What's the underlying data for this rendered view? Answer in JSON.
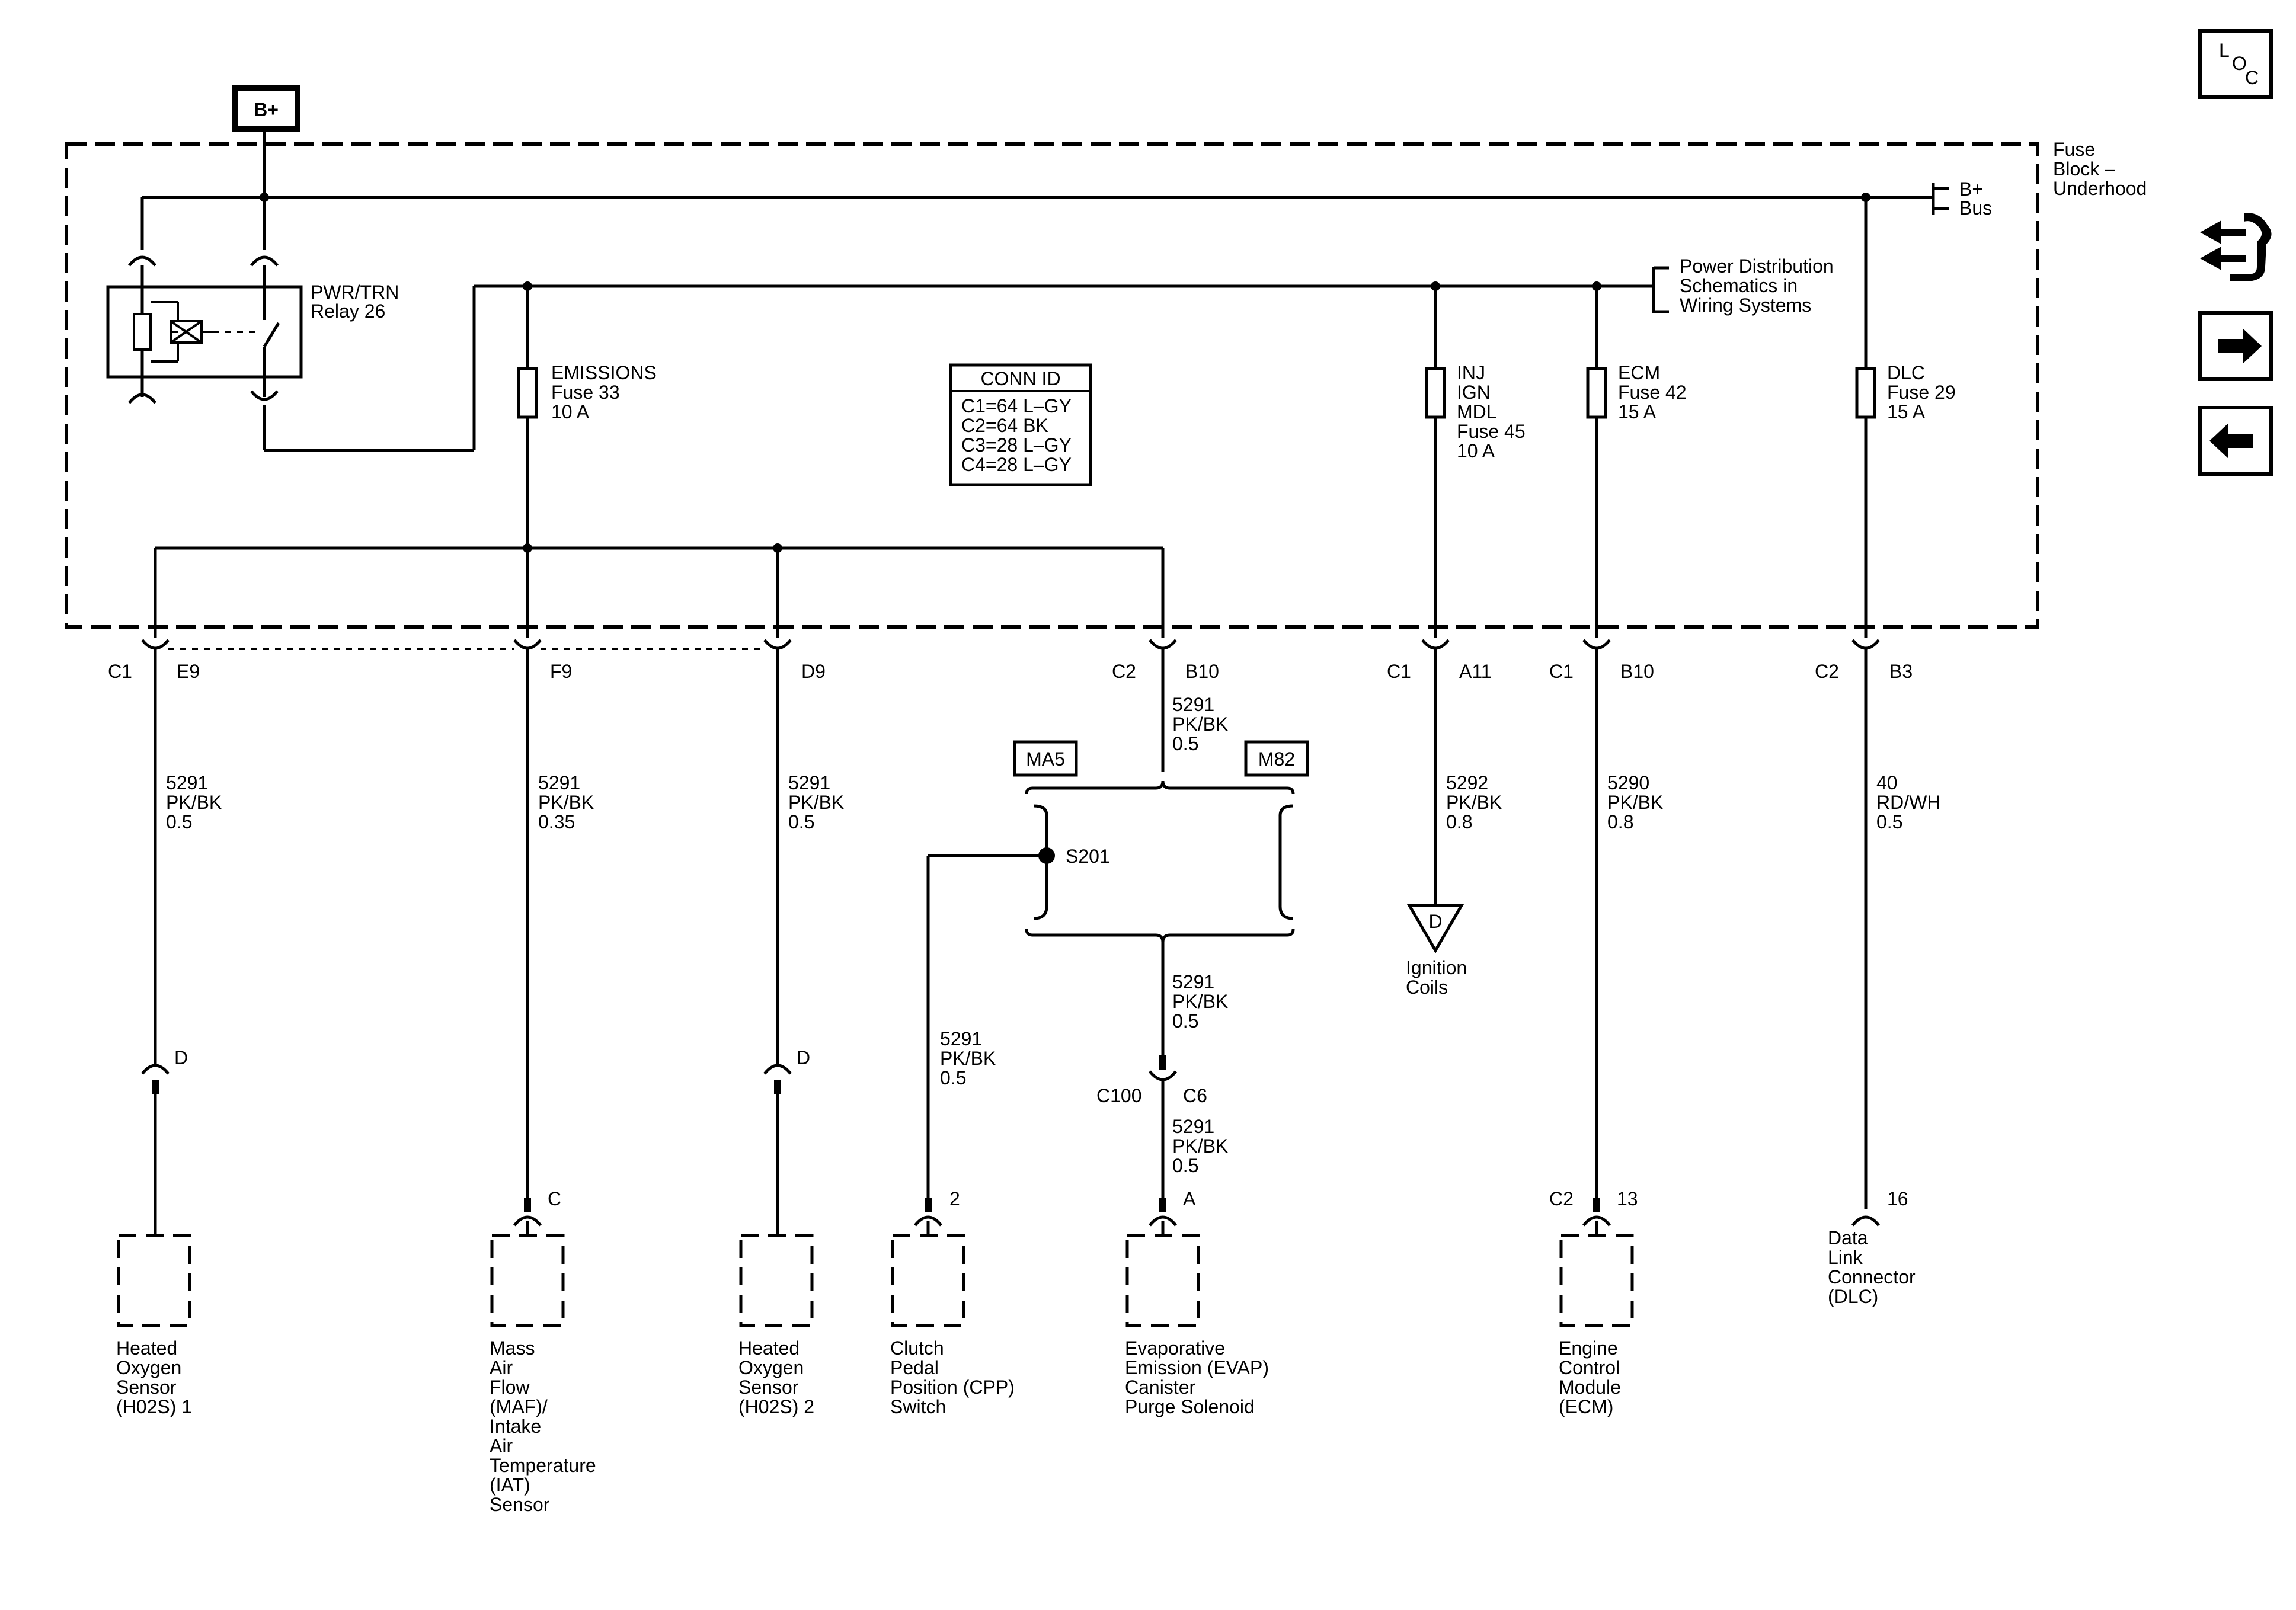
{
  "power_source": "B+",
  "fuse_block": {
    "line1": "Fuse",
    "line2": "Block –",
    "line3": "Underhood"
  },
  "b_bus": {
    "line1": "B+",
    "line2": "Bus"
  },
  "power_distribution_ref": {
    "line1": "Power Distribution",
    "line2": "Schematics in",
    "line3": "Wiring Systems"
  },
  "relay": {
    "line1": "PWR/TRN",
    "line2": "Relay 26"
  },
  "fuses": [
    {
      "lines": [
        "EMISSIONS",
        "Fuse 33",
        "10 A"
      ]
    },
    {
      "lines": [
        "INJ",
        "IGN",
        "MDL",
        "Fuse 45",
        "10 A"
      ]
    },
    {
      "lines": [
        "ECM",
        "Fuse 42",
        "15 A"
      ]
    },
    {
      "lines": [
        "DLC",
        "Fuse 29",
        "15 A"
      ]
    }
  ],
  "conn_id": {
    "title": "CONN ID",
    "rows": [
      "C1=64 L–GY",
      "C2=64 BK",
      "C3=28 L–GY",
      "C4=28 L–GY"
    ]
  },
  "fuse_block_pins": [
    {
      "connector": "C1",
      "pin": "E9"
    },
    {
      "connector": "",
      "pin": "F9"
    },
    {
      "connector": "",
      "pin": "D9"
    },
    {
      "connector": "C2",
      "pin": "B10"
    },
    {
      "connector": "C1",
      "pin": "A11"
    },
    {
      "connector": "C1",
      "pin": "B10"
    },
    {
      "connector": "C2",
      "pin": "B3"
    }
  ],
  "wires": [
    {
      "circuit": "5291",
      "color": "PK/BK",
      "gauge": "0.5"
    },
    {
      "circuit": "5291",
      "color": "PK/BK",
      "gauge": "0.35"
    },
    {
      "circuit": "5291",
      "color": "PK/BK",
      "gauge": "0.5"
    },
    {
      "circuit": "5291",
      "color": "PK/BK",
      "gauge": "0.5"
    },
    {
      "circuit": "5292",
      "color": "PK/BK",
      "gauge": "0.8"
    },
    {
      "circuit": "5290",
      "color": "PK/BK",
      "gauge": "0.8"
    },
    {
      "circuit": "40",
      "color": "RD/WH",
      "gauge": "0.5"
    },
    {
      "circuit": "5291",
      "color": "PK/BK",
      "gauge": "0.5"
    },
    {
      "circuit": "5291",
      "color": "PK/BK",
      "gauge": "0.5"
    },
    {
      "circuit": "5291",
      "color": "PK/BK",
      "gauge": "0.5"
    }
  ],
  "harness": {
    "left": "MA5",
    "right": "M82",
    "splice": "S201"
  },
  "inline_connector": {
    "name": "C100",
    "pin": "C6"
  },
  "ignition": {
    "ref": "D",
    "line1": "Ignition",
    "line2": "Coils"
  },
  "components": [
    {
      "pin": "D",
      "lines": [
        "Heated",
        "Oxygen",
        "Sensor",
        "(H02S) 1"
      ]
    },
    {
      "pin": "C",
      "lines": [
        "Mass",
        "Air",
        "Flow",
        "(MAF)/",
        "Intake",
        "Air",
        "Temperature",
        "(IAT)",
        "Sensor"
      ]
    },
    {
      "pin": "D",
      "lines": [
        "Heated",
        "Oxygen",
        "Sensor",
        "(H02S) 2"
      ]
    },
    {
      "pin": "2",
      "lines": [
        "Clutch",
        "Pedal",
        "Position (CPP)",
        "Switch"
      ]
    },
    {
      "pin": "A",
      "lines": [
        "Evaporative",
        "Emission (EVAP)",
        "Canister",
        "Purge Solenoid"
      ]
    },
    {
      "pin": "13",
      "connector": "C2",
      "lines": [
        "Engine",
        "Control",
        "Module",
        "(ECM)"
      ]
    },
    {
      "pin": "16",
      "lines": [
        "Data",
        "Link",
        "Connector",
        "(DLC)"
      ]
    }
  ],
  "loc_icon": {
    "l": "L",
    "o": "O",
    "c": "C"
  },
  "icons": [
    "locator-icon",
    "connector-view-icon",
    "next-page-icon",
    "previous-page-icon"
  ]
}
